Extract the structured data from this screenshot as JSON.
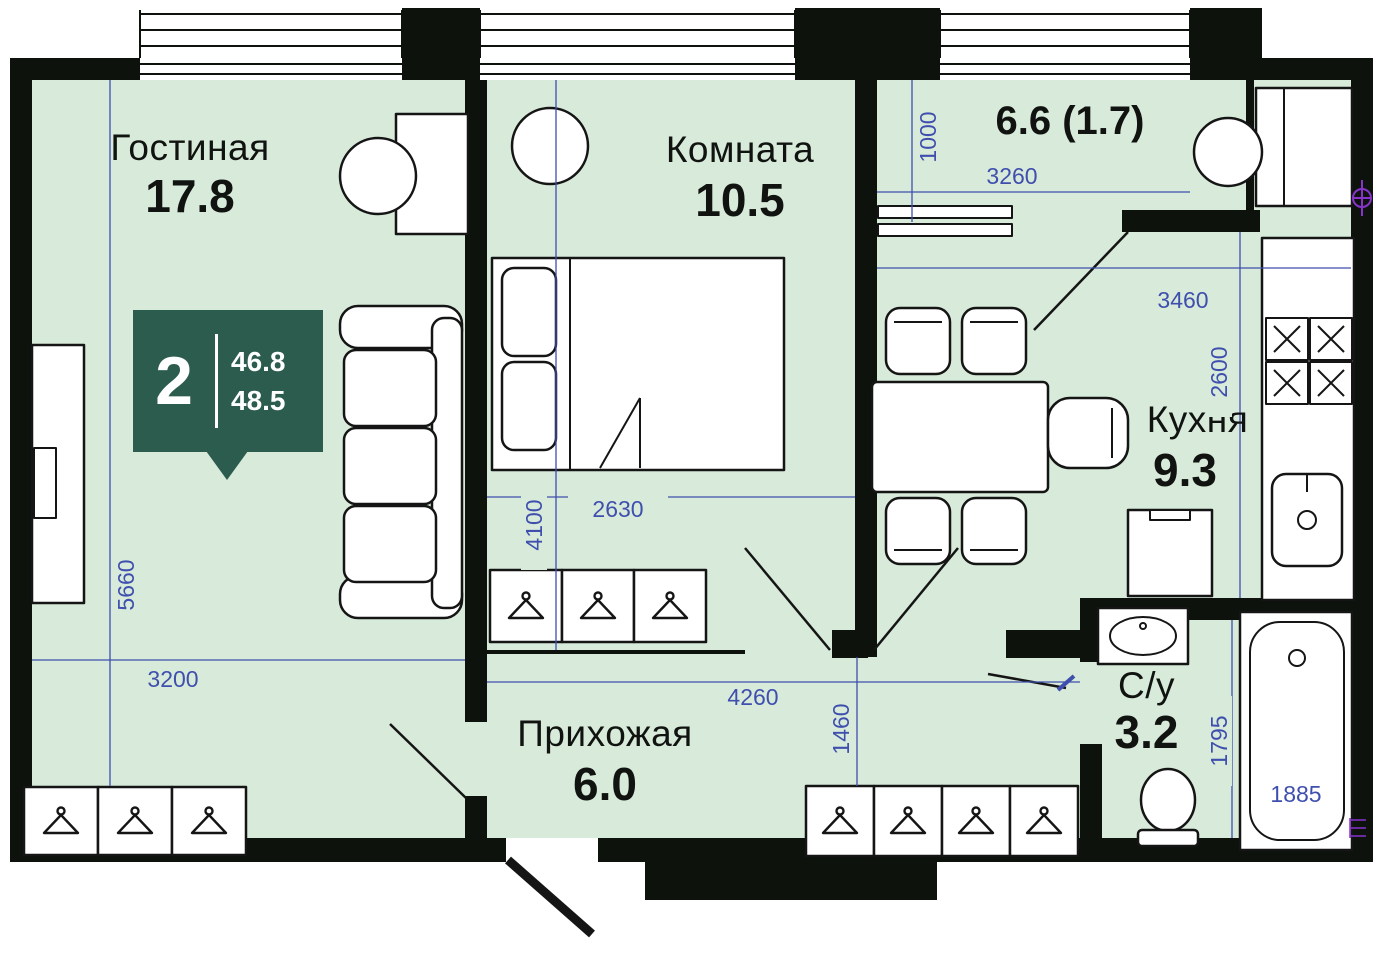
{
  "badge": {
    "rooms_count": "2",
    "area_top": "46.8",
    "area_bottom": "48.5"
  },
  "rooms": {
    "living": {
      "name": "Гостиная",
      "area": "17.8"
    },
    "bedroom": {
      "name": "Комната",
      "area": "10.5"
    },
    "kitchen": {
      "name": "Кухня",
      "area": "9.3"
    },
    "hallway": {
      "name": "Прихожая",
      "area": "6.0"
    },
    "bathroom": {
      "name": "С/у",
      "area": "3.2"
    },
    "balcony": {
      "area": "6.6 (1.7)"
    }
  },
  "dims": {
    "living_h": "5660",
    "living_w": "3200",
    "bedroom_h": "4100",
    "bedroom_w": "2630",
    "balcony_h": "1000",
    "balcony_w": "3260",
    "kitchen_w": "3460",
    "kitchen_h": "2600",
    "hall_w": "4260",
    "hall_h": "1460",
    "bath_h": "1795",
    "tub_l": "1885"
  },
  "colors": {
    "floor": "#d8ead9",
    "wall": "#0d120d",
    "dimension": "#3f4fae",
    "badge": "#2c5c4e",
    "symbol": "#8833cc"
  }
}
